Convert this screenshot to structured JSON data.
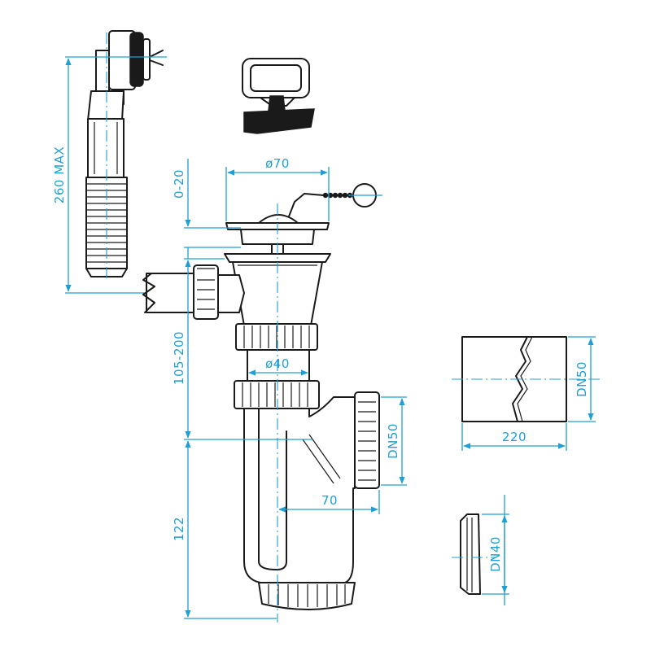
{
  "colors": {
    "ink": "#1a1a1a",
    "dimension": "#1f9fd3",
    "background": "#ffffff"
  },
  "dimensions": {
    "overflow_hose_height": "260 MAX",
    "plug_adjust": "0-20",
    "strainer_diameter": "ø70",
    "trap_tube_diameter": "ø40",
    "height_adjust": "105-200",
    "seal_height": "122",
    "outlet_offset": "70",
    "outlet_size": "DN50",
    "wall_pipe_size": "DN50",
    "wall_pipe_length": "220",
    "reducer_size": "DN40"
  }
}
